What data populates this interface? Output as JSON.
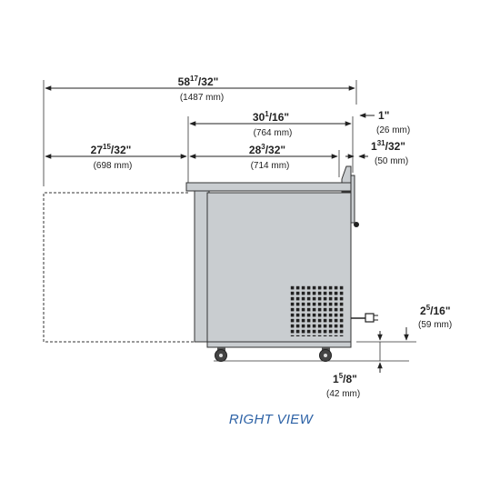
{
  "dimensions": {
    "overall_depth": {
      "whole": "58",
      "frac_num": "17",
      "frac_den": "32",
      "inch": "\"",
      "mm": "(1487 mm)"
    },
    "door_open_clearance": {
      "whole": "27",
      "frac_num": "15",
      "frac_den": "32",
      "inch": "\"",
      "mm": "(698 mm)"
    },
    "cabinet_depth_with_back": {
      "whole": "30",
      "frac_num": "1",
      "frac_den": "16",
      "inch": "\"",
      "mm": "(764 mm)"
    },
    "cabinet_depth": {
      "whole": "28",
      "frac_num": "3",
      "frac_den": "32",
      "inch": "\"",
      "mm": "(714 mm)"
    },
    "rear_bumper": {
      "whole": "1",
      "inch": "\"",
      "mm": "(26 mm)"
    },
    "rear_backsplash": {
      "whole": "1",
      "frac_num": "31",
      "frac_den": "32",
      "inch": "\"",
      "mm": "(50 mm)"
    },
    "cord_height": {
      "whole": "2",
      "frac_num": "5",
      "frac_den": "16",
      "inch": "\"",
      "mm": "(59 mm)"
    },
    "caster_clearance": {
      "whole": "1",
      "frac_num": "5",
      "frac_den": "8",
      "inch": "\"",
      "mm": "(42 mm)"
    }
  },
  "view_label": "RIGHT VIEW",
  "colors": {
    "cabinet": "#c9cdd0",
    "line": "#222222",
    "label": "#2d62a6"
  }
}
